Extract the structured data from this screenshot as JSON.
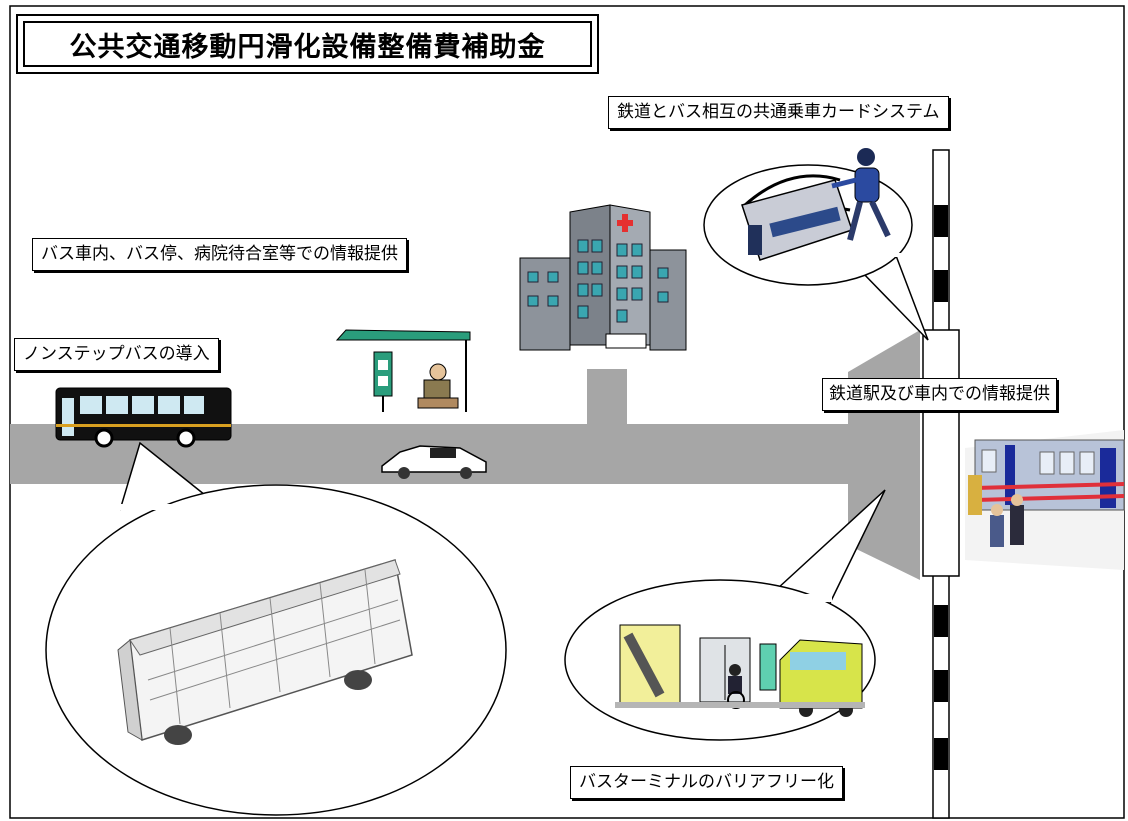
{
  "title": "公共交通移動円滑化設備整備費補助金",
  "labels": {
    "card_system": "鉄道とバス相互の共通乗車カードシステム",
    "bus_info": "バス車内、バス停、病院待合室等での情報提供",
    "nonstep_bus": "ノンステップバスの導入",
    "station_info": "鉄道駅及び車内での情報提供",
    "terminal_barrier_free": "バスターミナルのバリアフリー化"
  },
  "colors": {
    "road": "#a6a6a6",
    "bus_stop_roof": "#2a9d7c",
    "train_stripe": "#e0303a",
    "train_door": "#1a2a9a",
    "hospital_cross": "#e53030",
    "building": "#8a8f96"
  }
}
